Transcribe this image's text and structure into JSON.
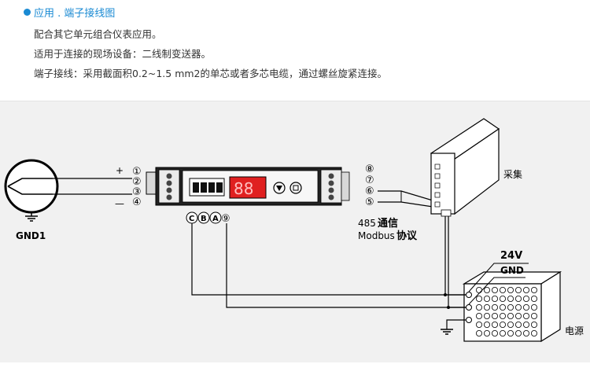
{
  "header": {
    "title": "应用 . 端子接线图",
    "lines": [
      "配合其它单元组合仪表应用。",
      "适用于连接的现场设备：二线制变送器。",
      "端子接线：采用截面积0.2~1.5 mm2的单芯或者多芯电缆，通过螺丝旋紧连接。"
    ]
  },
  "diagram": {
    "left_terminals": [
      "①",
      "②",
      "③",
      "④"
    ],
    "right_terminals": [
      "⑧",
      "⑦",
      "⑥",
      "⑤"
    ],
    "bottom_terminals": [
      "C",
      "B",
      "A",
      "⑨"
    ],
    "plus_sign": "+",
    "minus_sign": "—",
    "sensor_label": "GND1",
    "comm_line1_num": "485",
    "comm_line1_text": "通信",
    "comm_line2_num": "Modbus",
    "comm_line2_text": "协议",
    "collector_label": "采集",
    "power_label": "电源",
    "v24_label": "24V",
    "gnd_label": "GND"
  },
  "colors": {
    "title_blue": "#1a8ad3",
    "display_red": "#e02020",
    "diagram_bg": "#f1f1f1"
  }
}
